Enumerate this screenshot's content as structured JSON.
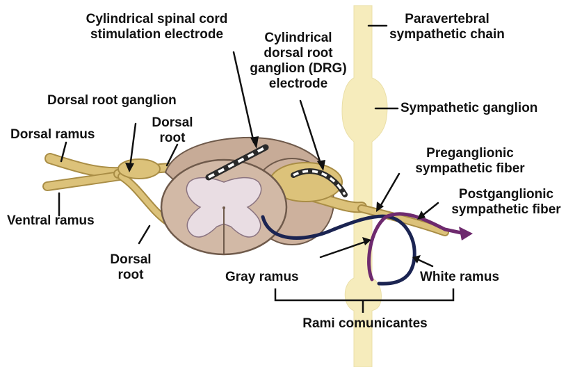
{
  "labels": {
    "spinal_cord_electrode": [
      "Cylindrical spinal cord",
      "stimulation electrode"
    ],
    "drg_electrode": [
      "Cylindrical",
      "dorsal root",
      "ganglion (DRG)",
      "electrode"
    ],
    "paravertebral_chain": [
      "Paravertebral",
      "sympathetic chain"
    ],
    "sympathetic_ganglion": "Sympathetic ganglion",
    "dorsal_root_ganglion": "Dorsal root ganglion",
    "dorsal_ramus": "Dorsal ramus",
    "dorsal_root_upper": [
      "Dorsal",
      "root"
    ],
    "ventral_ramus": "Ventral ramus",
    "dorsal_root_lower": [
      "Dorsal",
      "root"
    ],
    "preganglionic_fiber": [
      "Preganglionic",
      "sympathetic fiber"
    ],
    "postganglionic_fiber": [
      "Postganglionic",
      "sympathetic fiber"
    ],
    "gray_ramus": "Gray ramus",
    "white_ramus": "White ramus",
    "rami_communicantes": "Rami comunicantes"
  },
  "colors": {
    "sympathetic_chain": "#f6ecbc",
    "nerve": "#dcc27a",
    "nerve_outline": "#a98d45",
    "cord": "#d2b9a6",
    "cord_outline": "#6f5a4b",
    "gray_matter": "#e9dde3",
    "preganglionic": "#1b2452",
    "postganglionic": "#6e2a6e",
    "electrode_dark": "#2a2a2a",
    "electrode_light": "#ffffff",
    "text": "#111111"
  }
}
